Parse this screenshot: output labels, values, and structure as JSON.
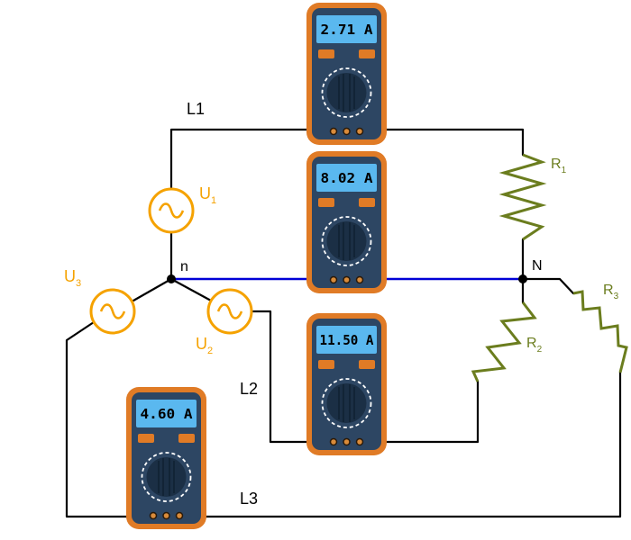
{
  "colors": {
    "wire": "#000000",
    "neutral_wire": "#0000d6",
    "source": "#f5a200",
    "resistor": "#6b7d1e",
    "meter_body": "#e07b26",
    "meter_face": "#2d4663",
    "meter_display": "#5ab8ef",
    "meter_button": "#e07b26"
  },
  "lines": {
    "l1": "L1",
    "l2": "L2",
    "l3": "L3"
  },
  "nodes": {
    "source_star": "n",
    "load_star": "N"
  },
  "sources": [
    {
      "base": "U",
      "sub": "1"
    },
    {
      "base": "U",
      "sub": "2"
    },
    {
      "base": "U",
      "sub": "3"
    }
  ],
  "resistors": [
    {
      "base": "R",
      "sub": "1"
    },
    {
      "base": "R",
      "sub": "2"
    },
    {
      "base": "R",
      "sub": "3"
    }
  ],
  "meters": [
    {
      "reading": "2.71 A",
      "wire": "L1"
    },
    {
      "reading": "8.02 A",
      "wire": "neutral"
    },
    {
      "reading": "11.50 A",
      "wire": "L2"
    },
    {
      "reading": "4.60 A",
      "wire": "L3"
    }
  ]
}
